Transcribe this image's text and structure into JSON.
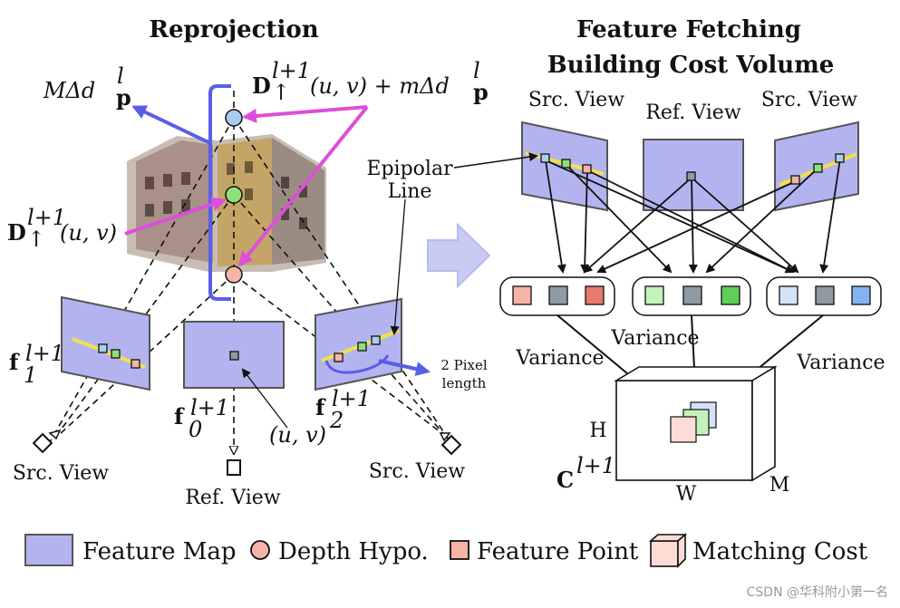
{
  "left_panel": {
    "title": "Reprojection",
    "formula_top_left": "MΔd",
    "formula_top_left_sup": "l",
    "formula_top_left_sub": "p",
    "formula_top_right_D": "D",
    "formula_top_right_sup": "l+1",
    "formula_top_right_sub": "↑",
    "formula_top_right_rest": "(u, v) + mΔd",
    "formula_top_right_sup2": "l",
    "formula_top_right_sub2": "p",
    "formula_mid_D": "D",
    "formula_mid_sup": "l+1",
    "formula_mid_sub": "↑",
    "formula_mid_rest": "(u, v)",
    "epipolar_label_line1": "Epipolar",
    "epipolar_label_line2": "Line",
    "pixel_label_line1": "2 Pixel",
    "pixel_label_line2": "length",
    "uv_label": "(u, v)",
    "f1_base": "f",
    "f1_sub": "1",
    "f1_sup": "l+1",
    "f0_base": "f",
    "f0_sub": "0",
    "f0_sup": "l+1",
    "f2_base": "f",
    "f2_sub": "2",
    "f2_sup": "l+1",
    "src_view_left": "Src. View",
    "ref_view": "Ref. View",
    "src_view_right": "Src. View"
  },
  "right_panel": {
    "title_line1": "Feature Fetching",
    "title_line2": "Building Cost Volume",
    "src_view_left": "Src. View",
    "ref_view": "Ref. View",
    "src_view_right": "Src. View",
    "variance_left": "Variance",
    "variance_mid": "Variance",
    "variance_right": "Variance",
    "H": "H",
    "W": "W",
    "M": "M",
    "C_base": "C",
    "C_sup": "l+1"
  },
  "legend": {
    "feature_map": "Feature Map",
    "depth_hypo": "Depth Hypo.",
    "feature_point": "Feature Point",
    "matching_cost": "Matching Cost"
  },
  "watermark": "CSDN @华科附小第一名",
  "colors": {
    "feature_map": "#b3b4ef",
    "arrow_blue": "#5a5ee6",
    "arrow_magenta": "#dd4fd8",
    "epipolar": "#f1e14c",
    "hypo_top": "#a9cdef",
    "hypo_mid": "#8ee07c",
    "hypo_bot": "#f5b4a6"
  }
}
